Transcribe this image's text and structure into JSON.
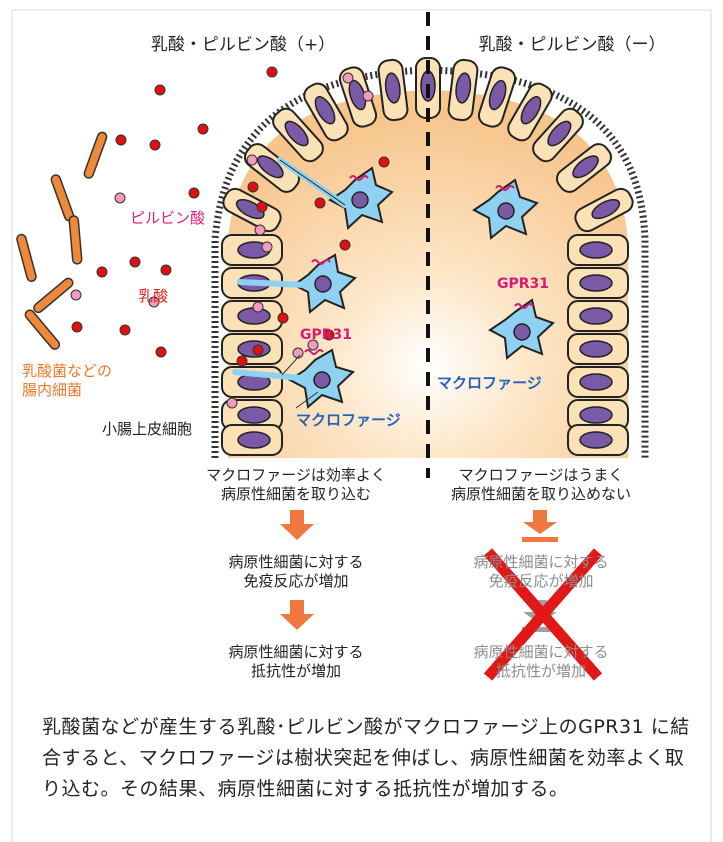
{
  "header": {
    "left_title": "乳酸・ピルビン酸（+）",
    "right_title": "乳酸・ピルビン酸（ー）"
  },
  "labels": {
    "pyruvate": "ピルビン酸",
    "lactate": "乳酸",
    "bacteria_line1": "乳酸菌などの",
    "bacteria_line2": "腸内細菌",
    "epithelial": "小腸上皮細胞",
    "macrophage_left": "マクロファージ",
    "macrophage_right": "マクロファージ",
    "gpr31_left": "GPR31",
    "gpr31_right": "GPR31"
  },
  "left_flow": {
    "step1_line1": "マクロファージは効率よく",
    "step1_line2": "病原性細菌を取り込む",
    "step2_line1": "病原性細菌に対する",
    "step2_line2": "免疫反応が増加",
    "step3_line1": "病原性細菌に対する",
    "step3_line2": "抵抗性が増加"
  },
  "right_flow": {
    "step1_line1": "マクロファージはうまく",
    "step1_line2": "病原性細菌を取り込めない",
    "step2_line1": "病原性細菌に対する",
    "step2_line2": "免疫反応が増加",
    "step3_line1": "病原性細菌に対する",
    "step3_line2": "抵抗性が増加"
  },
  "caption": "乳酸菌などが産生する乳酸･ピルビン酸がマクロファージ上のGPR31 に結合すると、マクロファージは樹状突起を伸ばし、病原性細菌を効率よく取り込む。その結果、病原性細菌に対する抵抗性が増加する。",
  "colors": {
    "lumen_fill": "#f7c48a",
    "cell_fill": "#fbe2b6",
    "nucleus": "#7a5aa6",
    "macrophage": "#8fd1f0",
    "lactate_dot": "#e01010",
    "pyruvate_dot": "#f29ac0",
    "bacteria": "#f0883a",
    "arrow": "#f07840",
    "cross": "#e01818"
  }
}
